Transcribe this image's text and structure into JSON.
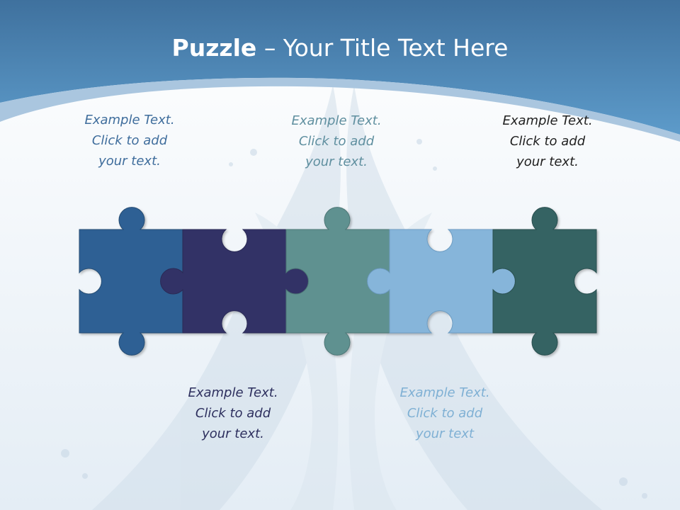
{
  "slide": {
    "title_bold": "Puzzle",
    "title_rest": " – Your Title Text Here"
  },
  "colors": {
    "header": "#4a7fae",
    "piece_1": "#2e6094",
    "piece_2": "#333366",
    "piece_3": "#5f9190",
    "piece_4": "#86b5da",
    "piece_5": "#346363"
  },
  "captions": [
    {
      "line1": "Example Text.",
      "line2": "Click  to add",
      "line3": "your text.",
      "color": "#3f6d9c"
    },
    {
      "line1": "Example Text.",
      "line2": "Click  to add",
      "line3": "your text.",
      "color": "#5f8f9f"
    },
    {
      "line1": "Example Text.",
      "line2": "Click  to add",
      "line3": "your text.",
      "color": "#1f1f1f"
    },
    {
      "line1": "Example Text.",
      "line2": "Click  to add",
      "line3": "your text.",
      "color": "#2d2f5e"
    },
    {
      "line1": "Example Text.",
      "line2": "Click  to add",
      "line3": "your text",
      "color": "#7fb0d4"
    }
  ]
}
